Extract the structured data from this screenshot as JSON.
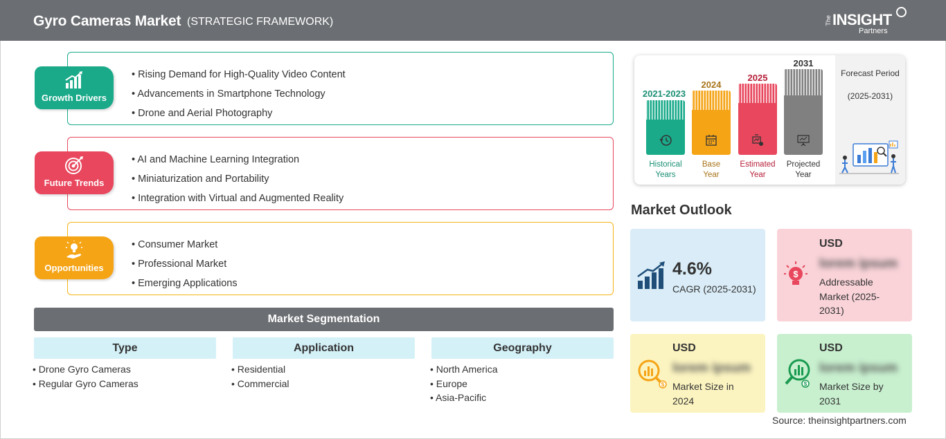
{
  "header": {
    "title": "Gyro Cameras Market",
    "subtitle": "(STRATEGIC FRAMEWORK)",
    "logo": {
      "the": "The",
      "insight": "INSIGHT",
      "partners": "Partners"
    }
  },
  "framework": [
    {
      "label": "Growth Drivers",
      "color": "#1aaa8a",
      "icon": "growth-chart-icon",
      "items": [
        "Rising Demand for High-Quality Video Content",
        "Advancements in Smartphone Technology",
        "Drone and Aerial Photography"
      ]
    },
    {
      "label": "Future Trends",
      "color": "#e8475d",
      "icon": "target-icon",
      "items": [
        "AI and Machine Learning Integration",
        "Miniaturization and Portability",
        "Integration with Virtual and Augmented Reality"
      ]
    },
    {
      "label": "Opportunities",
      "color": "#f5a416",
      "icon": "lightbulb-hand-icon",
      "items": [
        "Consumer Market",
        "Professional Market",
        "Emerging Applications"
      ]
    }
  ],
  "segmentation": {
    "title": "Market Segmentation",
    "columns": [
      {
        "heading": "Type",
        "items": [
          "Drone Gyro Cameras",
          "Regular Gyro Cameras"
        ]
      },
      {
        "heading": "Application",
        "items": [
          "Residential",
          "Commercial"
        ]
      },
      {
        "heading": "Geography",
        "items": [
          "North America",
          "Europe",
          "Asia-Pacific"
        ]
      }
    ]
  },
  "timeline": {
    "bars": [
      {
        "year": "2021-2023",
        "name_line1": "Historical",
        "name_line2": "Years",
        "color": "#1aaa8a",
        "year_color": "#1a8f74",
        "icon": "history-icon"
      },
      {
        "year": "2024",
        "name_line1": "Base",
        "name_line2": "Year",
        "color": "#f5a416",
        "year_color": "#a8741a",
        "icon": "calendar-icon"
      },
      {
        "year": "2025",
        "name_line1": "Estimated",
        "name_line2": "Year",
        "color": "#e8475d",
        "year_color": "#b6203a",
        "icon": "estimate-icon"
      },
      {
        "year": "2031",
        "name_line1": "Projected",
        "name_line2": "Year",
        "color": "#808080",
        "year_color": "#333333",
        "icon": "presentation-icon"
      }
    ],
    "forecast_title": "Forecast Period",
    "forecast_range": "(2025-2031)"
  },
  "outlook": {
    "title": "Market Outlook",
    "cagr": {
      "value": "4.6%",
      "label": "CAGR (2025-2031)",
      "color": "#d9ecf7",
      "icon": "growth-chart-icon"
    },
    "addressable": {
      "currency": "USD",
      "value": "lorem ipsum",
      "label": "Addressable Market (2025-2031)",
      "color": "#f9d3d8",
      "icon": "dollar-bulb-icon"
    },
    "size_2024": {
      "currency": "USD",
      "value": "lorem ipsum",
      "label": "Market Size in 2024",
      "color": "#fcf4c0",
      "icon": "magnifier-chart-icon"
    },
    "size_2031": {
      "currency": "USD",
      "value": "lorem ipsum",
      "label": "Market Size by 2031",
      "color": "#c8f0cf",
      "icon": "magnifier-chart-icon"
    }
  },
  "source": "Source: theinsightpartners.com"
}
